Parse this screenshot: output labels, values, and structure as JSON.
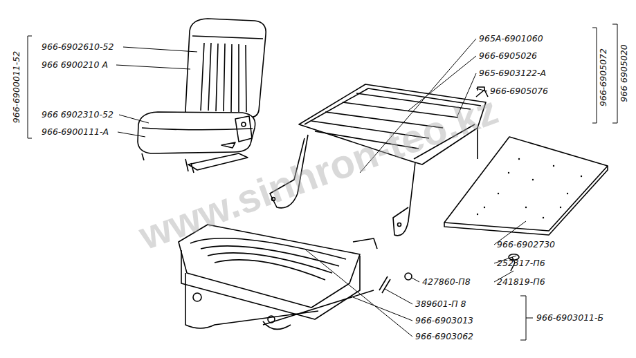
{
  "diagram": {
    "labels": [
      "966-6900011-52",
      "966-6902610-52",
      "966 6900210 А",
      "966 6902310-52",
      "966-6900111-А",
      "965А-6901060",
      "966-6905026",
      "965-6903122-А",
      "966-6905076",
      "966-6905072",
      "966 6905020",
      "966-6902730",
      "252317-П6",
      "241819-П6",
      "427860-П8",
      "389601-П 8",
      "966-6903013",
      "966-6903011-Б",
      "966-6903062",
      "www.sinhron-teo.kz"
    ]
  }
}
